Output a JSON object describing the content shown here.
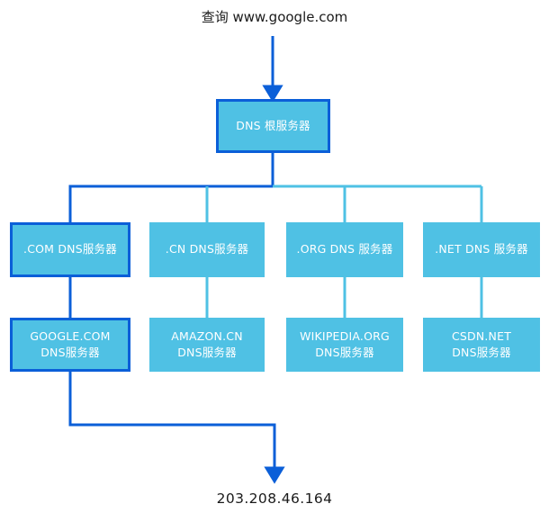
{
  "diagram": {
    "title_caption": "查询 www.google.com",
    "result_caption": "203.208.46.164",
    "colors": {
      "node_fill": "#4FC1E4",
      "highlight_stroke": "#0B5FD8",
      "normal_edge": "#4FC1E4",
      "text": "#ffffff",
      "caption_text": "#1a1a1a",
      "background": "#ffffff"
    },
    "nodes": {
      "root": {
        "label": "DNS 根服务器",
        "highlighted": true
      },
      "tld": [
        {
          "label": ".COM DNS服务器",
          "highlighted": true
        },
        {
          "label": ".CN DNS服务器",
          "highlighted": false
        },
        {
          "label": ".ORG DNS 服务器",
          "highlighted": false
        },
        {
          "label": ".NET DNS 服务器",
          "highlighted": false
        }
      ],
      "authoritative": [
        {
          "line1": "GOOGLE.COM",
          "line2": "DNS服务器",
          "highlighted": true
        },
        {
          "line1": "AMAZON.CN",
          "line2": "DNS服务器",
          "highlighted": false
        },
        {
          "line1": "WIKIPEDIA.ORG",
          "line2": "DNS服务器",
          "highlighted": false
        },
        {
          "line1": "CSDN.NET",
          "line2": "DNS服务器",
          "highlighted": false
        }
      ]
    }
  }
}
